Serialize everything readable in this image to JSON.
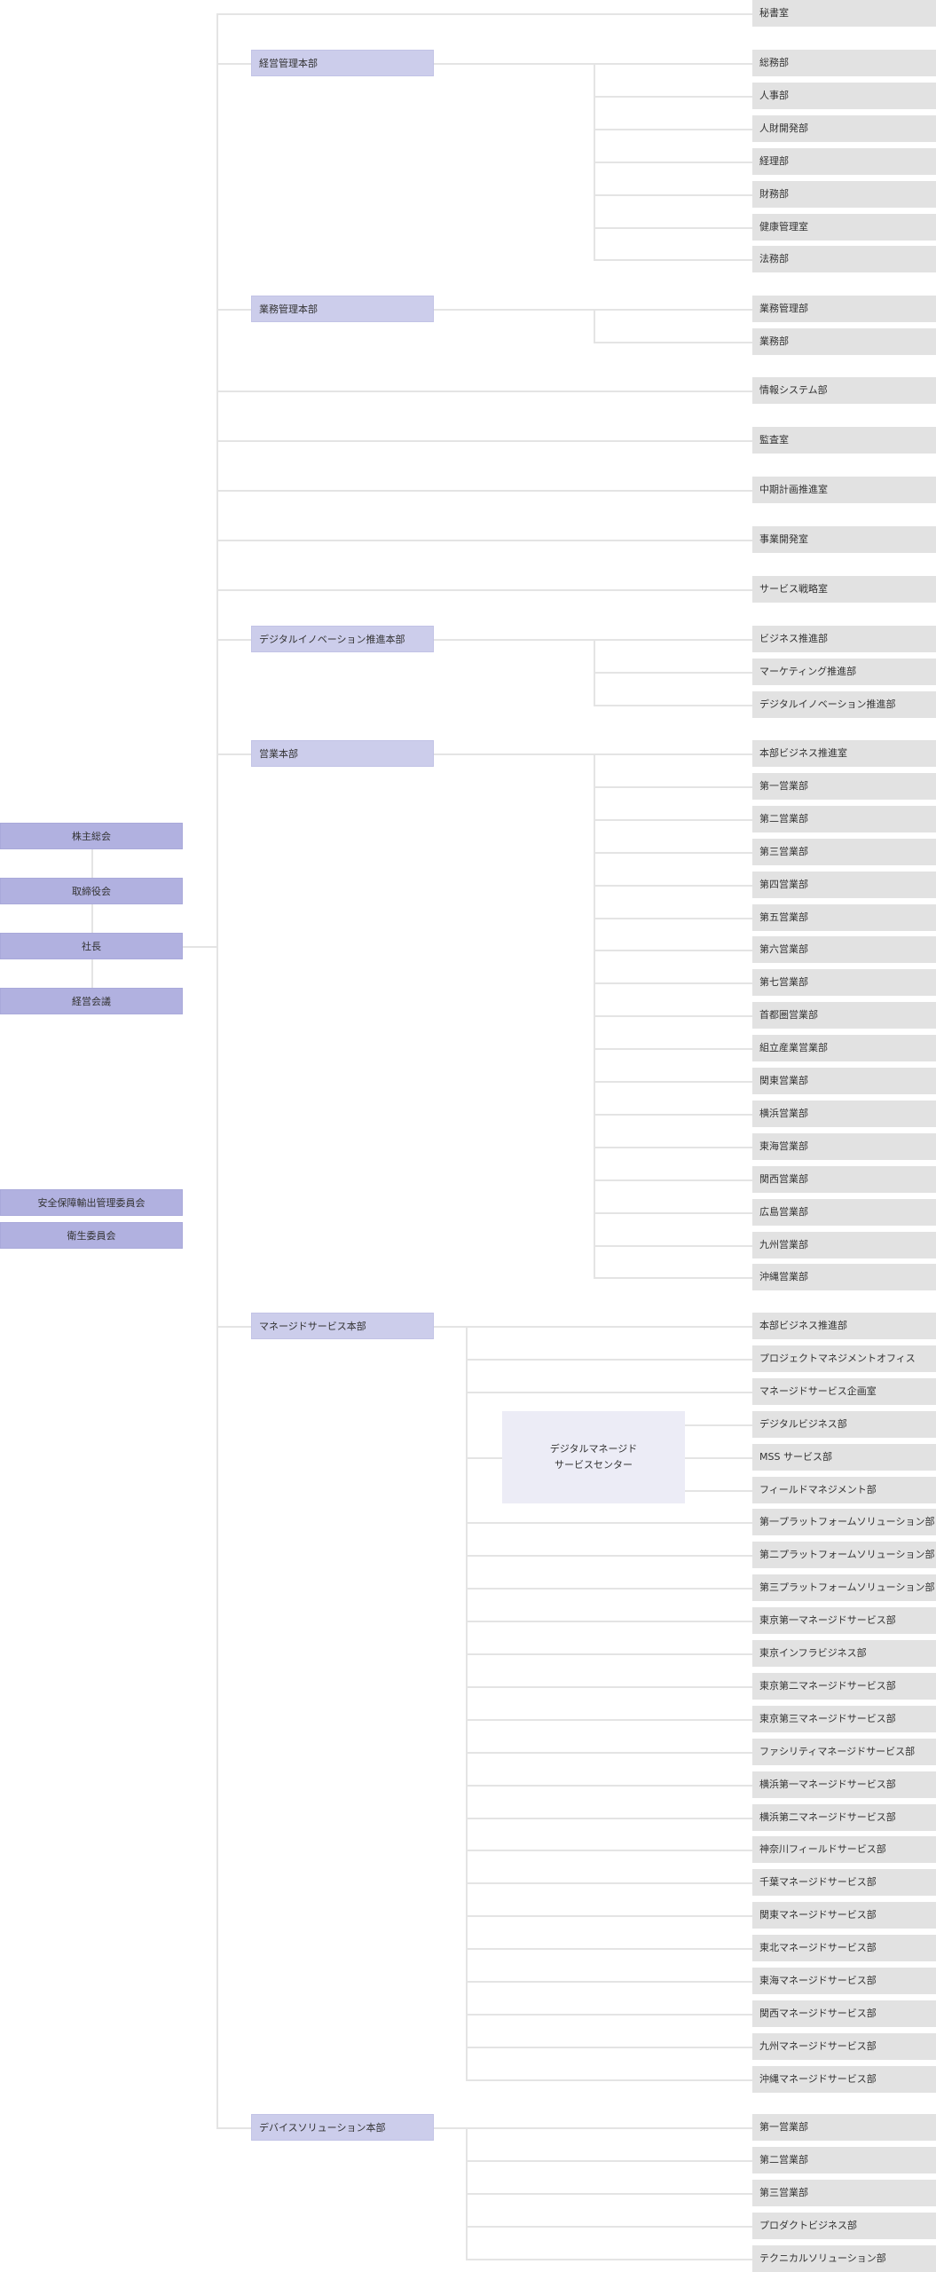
{
  "governance": [
    "株主総会",
    "取締役会",
    "社長",
    "経営会議"
  ],
  "committees": [
    "安全保障輸出管理委員会",
    "衛生委員会"
  ],
  "branches": [
    {
      "name": "秘書室",
      "children": []
    },
    {
      "name": "経営管理本部",
      "children": [
        "総務部",
        "人事部",
        "人財開発部",
        "経理部",
        "財務部",
        "健康管理室",
        "法務部"
      ]
    },
    {
      "name": "業務管理本部",
      "children": [
        "業務管理部",
        "業務部"
      ]
    },
    {
      "name": "情報システム部",
      "children": []
    },
    {
      "name": "監査室",
      "children": []
    },
    {
      "name": "中期計画推進室",
      "children": []
    },
    {
      "name": "事業開発室",
      "children": []
    },
    {
      "name": "サービス戦略室",
      "children": []
    },
    {
      "name": "デジタルイノベーション推進本部",
      "children": [
        "ビジネス推進部",
        "マーケティング推進部",
        "デジタルイノベーション推進部"
      ]
    },
    {
      "name": "営業本部",
      "children": [
        "本部ビジネス推進室",
        "第一営業部",
        "第二営業部",
        "第三営業部",
        "第四営業部",
        "第五営業部",
        "第六営業部",
        "第七営業部",
        "首都圏営業部",
        "組立産業営業部",
        "関東営業部",
        "横浜営業部",
        "東海営業部",
        "関西営業部",
        "広島営業部",
        "九州営業部",
        "沖縄営業部"
      ]
    },
    {
      "name": "マネージドサービス本部",
      "children": [
        "本部ビジネス推進部",
        "プロジェクトマネジメントオフィス",
        "マネージドサービス企画室",
        "デジタルビジネス部",
        "MSS サービス部",
        "フィールドマネジメント部",
        "第一プラットフォームソリューション部",
        "第二プラットフォームソリューション部",
        "第三プラットフォームソリューション部",
        "東京第一マネージドサービス部",
        "東京インフラビジネス部",
        "東京第二マネージドサービス部",
        "東京第三マネージドサービス部",
        "ファシリティマネージドサービス部",
        "横浜第一マネージドサービス部",
        "横浜第二マネージドサービス部",
        "神奈川フィールドサービス部",
        "千葉マネージドサービス部",
        "関東マネージドサービス部",
        "東北マネージドサービス部",
        "東海マネージドサービス部",
        "関西マネージドサービス部",
        "九州マネージドサービス部",
        "沖縄マネージドサービス部"
      ]
    },
    {
      "name": "デバイスソリューション本部",
      "children": [
        "第一営業部",
        "第二営業部",
        "第三営業部",
        "プロダクトビジネス部",
        "テクニカルソリューション部"
      ]
    }
  ],
  "center": {
    "line1": "デジタルマネージド",
    "line2": "サービスセンター"
  }
}
